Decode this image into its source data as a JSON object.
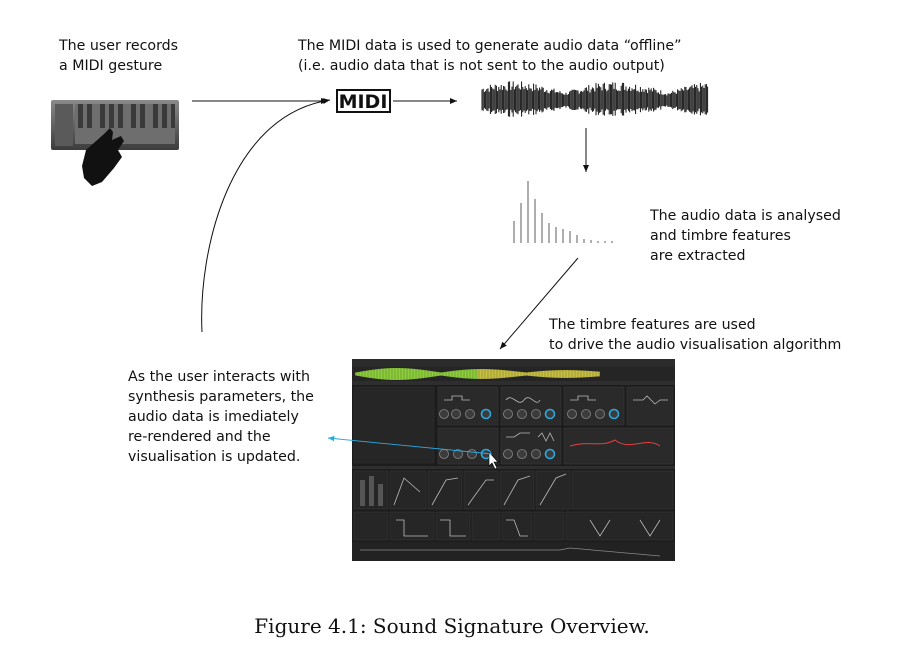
{
  "labels": {
    "user_records": "The user records\na MIDI gesture",
    "midi_used": "The MIDI data is used to generate audio data “offline”\n(i.e. audio data that is not sent to the audio output)",
    "analysed": "The audio data is analysed\nand timbre features\nare extracted",
    "timbre_used": "The timbre features are used\nto drive the audio visualisation algorithm",
    "user_interacts": "As the user interacts with\nsynthesis parameters, the\naudio data is imediately\nre-rendered and the\nvisualisation is updated."
  },
  "caption": "Figure 4.1: Sound Signature Overview.",
  "logo_text": "MIDI",
  "icons": [
    "midi-keyboard-icon",
    "hand-icon",
    "midi-logo",
    "waveform-icon",
    "spectrum-icon",
    "synth-ui-screenshot",
    "mouse-cursor-icon"
  ],
  "colors": {
    "arrow": "#111111",
    "accent_blue": "#2aa9e0",
    "ui_bg": "#1e1e1e",
    "wave_green": "#8ccf3a"
  }
}
